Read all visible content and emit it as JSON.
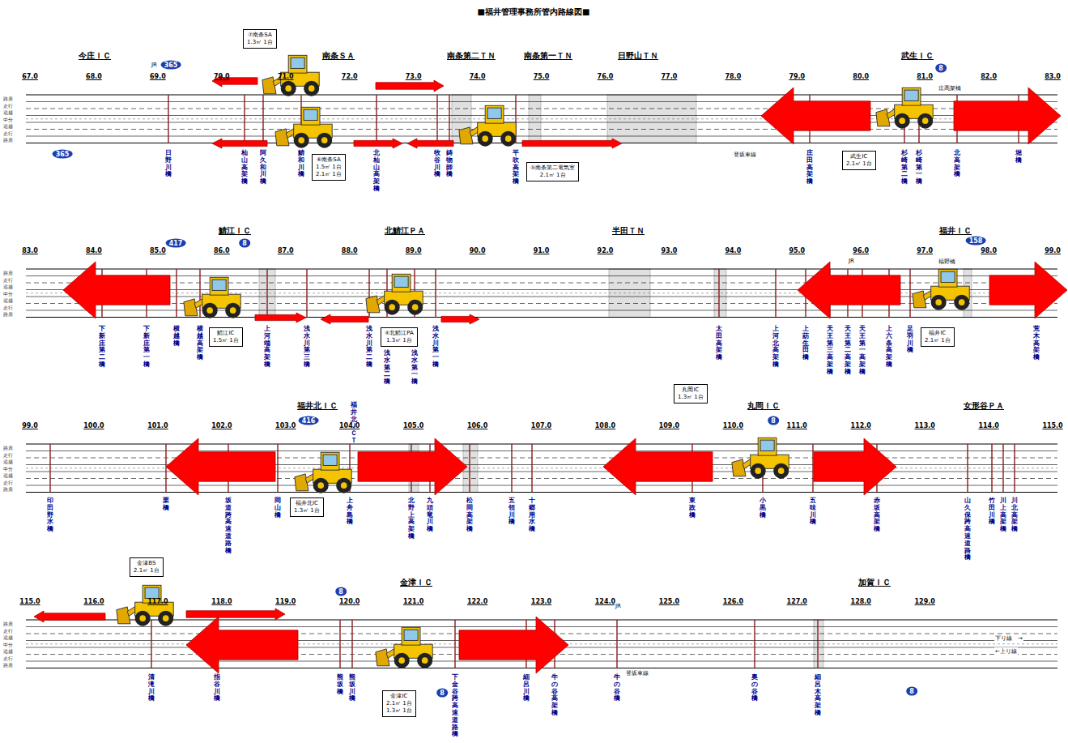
{
  "diagram": {
    "title": "■福井管理事務所管内路線図■",
    "nodes": [
      {
        "text": [
          "⑦南条SA",
          "1.3㎥ 1台"
        ]
      },
      {
        "text": [
          "⑥南条SA",
          "1.5㎥ 1台",
          "2.1㎥ 1台"
        ]
      },
      {
        "text": [
          "⑤南条第二電気室",
          "2.1㎥ 1台"
        ]
      },
      {
        "text": [
          "武生IC",
          "2.1㎥ 1台"
        ]
      },
      {
        "text": [
          "鯖江IC",
          "1.5㎥ 1台"
        ]
      },
      {
        "text": [
          "④北鯖江PA",
          "1.3㎥ 1台"
        ]
      },
      {
        "text": [
          "福井IC",
          "2.1㎥ 1台"
        ]
      },
      {
        "text": [
          "丸岡IC",
          "1.3㎥ 1台"
        ]
      },
      {
        "text": [
          "福井北IC",
          "1.3㎥ 1台"
        ]
      },
      {
        "text": [
          "金津BS",
          "2.1㎥ 1台"
        ]
      },
      {
        "text": [
          "金津IC",
          "2.1㎥ 1台",
          "1.3㎥ 1台"
        ]
      }
    ],
    "labels": [
      "67.0",
      "68.0",
      "69.0",
      "70.0",
      "71.0",
      "72.0",
      "73.0",
      "74.0",
      "75.0",
      "76.0",
      "77.0",
      "78.0",
      "79.0",
      "80.0",
      "81.0",
      "82.0",
      "83.0",
      "83.0",
      "84.0",
      "85.0",
      "86.0",
      "87.0",
      "88.0",
      "89.0",
      "90.0",
      "91.0",
      "92.0",
      "93.0",
      "94.0",
      "95.0",
      "96.0",
      "97.0",
      "98.0",
      "99.0",
      "99.0",
      "100.0",
      "101.0",
      "102.0",
      "103.0",
      "104.0",
      "105.0",
      "106.0",
      "107.0",
      "108.0",
      "109.0",
      "110.0",
      "111.0",
      "112.0",
      "113.0",
      "114.0",
      "115.0",
      "115.0",
      "116.0",
      "117.0",
      "118.0",
      "119.0",
      "120.0",
      "121.0",
      "122.0",
      "123.0",
      "124.0",
      "125.0",
      "126.0",
      "127.0",
      "128.0",
      "129.0",
      "路肩",
      "走行",
      "追越",
      "中分",
      "追越",
      "走行",
      "路肩",
      "路肩",
      "走行",
      "追越",
      "中分",
      "追越",
      "走行",
      "路肩",
      "路肩",
      "走行",
      "追越",
      "中分",
      "追越",
      "走行",
      "路肩",
      "路肩",
      "走行",
      "追越",
      "中分",
      "追越",
      "走行",
      "路肩",
      "今庄ＩＣ",
      "南条ＳＡ",
      "南条第二ＴＮ",
      "南条第一ＴＮ",
      "日野山ＴＮ",
      "武生ＩＣ",
      "鯖江ＩＣ",
      "北鯖江ＰＡ",
      "半田ＴＮ",
      "福井ＩＣ",
      "福井北ＩＣ",
      "丸岡ＩＣ",
      "女形谷ＰＡ",
      "金津ＩＣ",
      "加賀ＩＣ",
      "365",
      "365",
      "8",
      "417",
      "8",
      "158",
      "416",
      "8",
      "8",
      "8",
      "8",
      "JR",
      "JR",
      "JR",
      "登坂車線",
      "登坂車線",
      "庄高架橋",
      "福野橋",
      "下り線　→",
      "←上り線",
      "福井北ＪＣＴ",
      "日野川橋",
      "杣山高架橋",
      "阿久和川橋",
      "鯖和川橋",
      "北杣山高架橋",
      "牧谷川橋",
      "鋳物師橋",
      "平吹高架橋",
      "庄田高架橋",
      "杉崎第二橋",
      "杉崎第一橋",
      "北高架橋",
      "堀橋",
      "下新庄第二橋",
      "下新庄第一橋",
      "横越橋",
      "横越高架橋",
      "上河端高架橋",
      "浅水川第三橋",
      "浅水川第二橋",
      "浅水第二橋",
      "浅水第一橋",
      "浅水川第一橋",
      "太田高架橋",
      "上河北高架橋",
      "上莇生田橋",
      "天王第三高架橋",
      "天王第二高架橋",
      "天王第一高架橋",
      "上六条高架橋",
      "足羽川橋",
      "荒木高架橋",
      "印田野水橋",
      "栗橋",
      "坂道跨高速道路橋",
      "岡山橋",
      "上舟島橋",
      "北野上高架橋",
      "九頭竜川橋",
      "松岡高架橋",
      "五領川橋",
      "十郷用水橋",
      "東政橋",
      "小黒橋",
      "五味川橋",
      "赤坂高架橋",
      "山久保跨高速道路橋",
      "竹田川橋",
      "川上高架橋",
      "川北高架橋",
      "清滝川橋",
      "指谷川橋",
      "熊坂橋",
      "熊坂川橋",
      "下金谷跨高速道路橋",
      "細呂川橋",
      "牛の谷高架橋",
      "牛の谷橋",
      "奥の谷橋",
      "細呂木高架橋"
    ]
  }
}
